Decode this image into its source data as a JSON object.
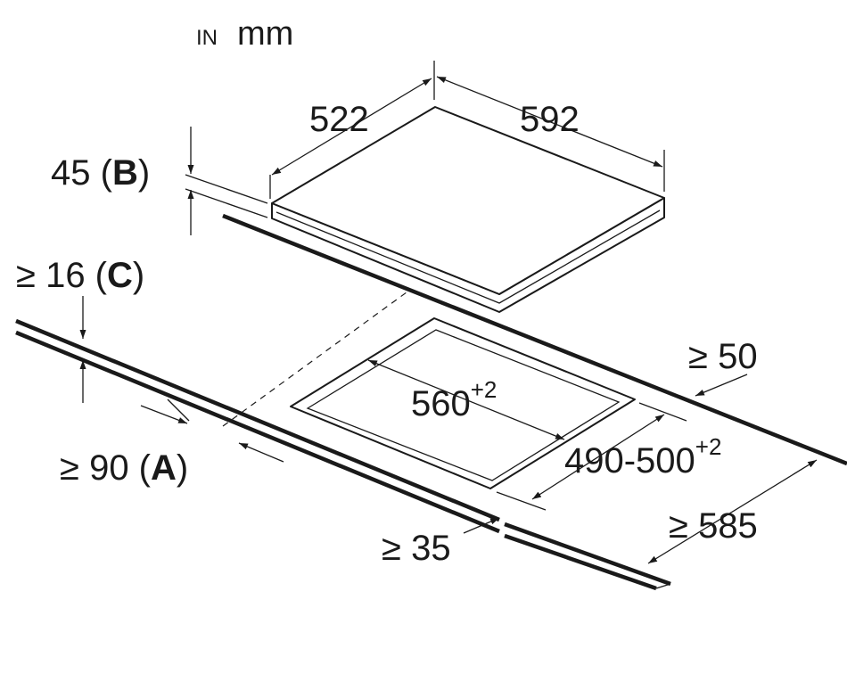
{
  "unit": {
    "in_label": "IN",
    "mm_label": "mm"
  },
  "dimensions": {
    "hob_depth": "522",
    "hob_width": "592",
    "hob_height": "45",
    "hob_height_ref": "B",
    "worktop_thickness": "≥ 16",
    "worktop_ref": "C",
    "cutout_width": "560",
    "cutout_width_tol": "+2",
    "cutout_depth": "490-500",
    "cutout_depth_tol": "+2",
    "back_clearance": "≥ 50",
    "front_clearance": "≥ 35",
    "depth_worktop": "≥ 585",
    "side_clearance": "≥ 90",
    "side_clearance_ref": "A"
  }
}
